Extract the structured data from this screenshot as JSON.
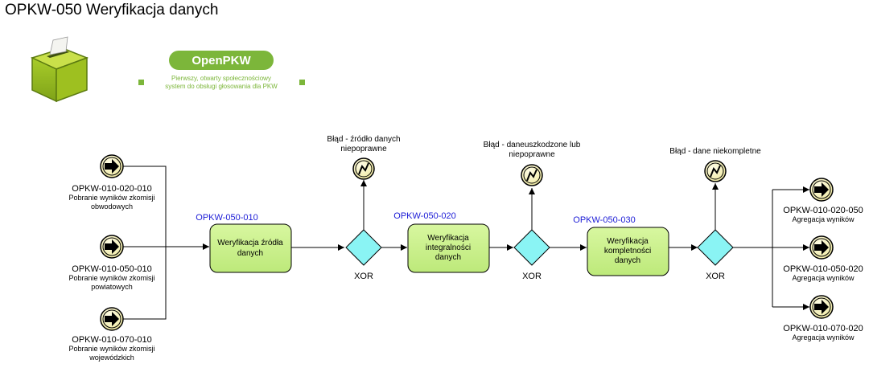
{
  "title": "OPKW-050 Weryfikacja danych",
  "logo": {
    "name": "OpenPKW",
    "tagline_line1": "Pierwszy, otwarty społecznościowy",
    "tagline_line2": "system do obsługi głosowania dla PKW",
    "color": "#7cb63a"
  },
  "colors": {
    "task_fill": "#ccf28c",
    "gateway_fill": "#8af4f4",
    "event_fill": "#fbf7c2",
    "id_label": "#1b1bd6"
  },
  "start_events": [
    {
      "id": "OPKW-010-020-010",
      "line1": "Pobranie wyników zkomisji",
      "line2": "obwodowych"
    },
    {
      "id": "OPKW-010-050-010",
      "line1": "Pobranie wyników zkomisji",
      "line2": "powiatowych"
    },
    {
      "id": "OPKW-010-070-010",
      "line1": "Pobranie wyników zkomisji",
      "line2": "wojewódzkich"
    }
  ],
  "tasks": [
    {
      "id": "OPKW-050-010",
      "line1": "Weryfikacja źródła",
      "line2": "danych",
      "line3": ""
    },
    {
      "id": "OPKW-050-020",
      "line1": "Weryfikacja",
      "line2": "integralności",
      "line3": "danych"
    },
    {
      "id": "OPKW-050-030",
      "line1": "Weryfikacja",
      "line2": "kompletności",
      "line3": "danych"
    }
  ],
  "gateways": [
    {
      "label": "XOR"
    },
    {
      "label": "XOR"
    },
    {
      "label": "XOR"
    }
  ],
  "error_events": [
    {
      "line1": "Błąd - źródło danych",
      "line2": "niepoprawne"
    },
    {
      "line1": "Błąd - daneuszkodzone lub",
      "line2": "niepoprawne"
    },
    {
      "line1": "Błąd - dane niekompletne",
      "line2": ""
    }
  ],
  "end_events": [
    {
      "id": "OPKW-010-020-050",
      "label": "Agregacja wyników"
    },
    {
      "id": "OPKW-010-050-020",
      "label": "Agregacja wyników"
    },
    {
      "id": "OPKW-010-070-020",
      "label": "Agregacja wyników"
    }
  ]
}
